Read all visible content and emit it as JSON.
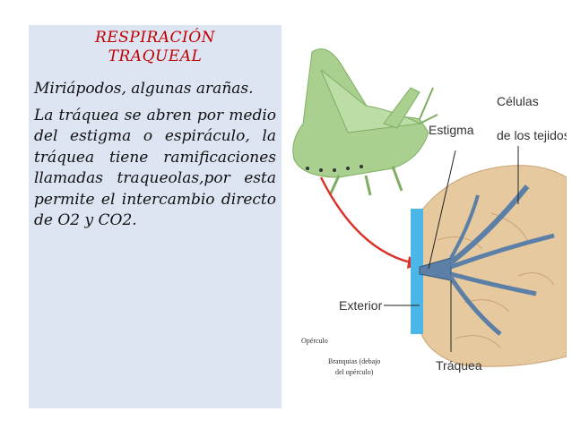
{
  "slide": {
    "title_line1": "RESPIRACIÓN",
    "title_line2": "TRAQUEAL",
    "paragraph1": "Miriápodos, algunas arañas.",
    "paragraph2": "La tráquea se abren por medio del estigma o espiráculo, la tráquea tiene ramificaciones llamadas traqueolas,por esta permite el intercambio directo de O2 y CO2."
  },
  "figure": {
    "label_estigma": "Estigma",
    "label_celulas_line1": "Células",
    "label_celulas_line2": "de los tejidos",
    "label_exterior": "Exterior",
    "label_traquea": "Tráquea",
    "label_operculo": "Opérculo",
    "label_branquias_line1": "Branquias (debajo",
    "label_branquias_line2": "del opérculo)",
    "colors": {
      "insect": "#a9d08e",
      "tissue": "#e7c9a0",
      "trachea": "#5b7fa6",
      "arrow": "#d9342b",
      "water": "#4db6e8"
    }
  }
}
